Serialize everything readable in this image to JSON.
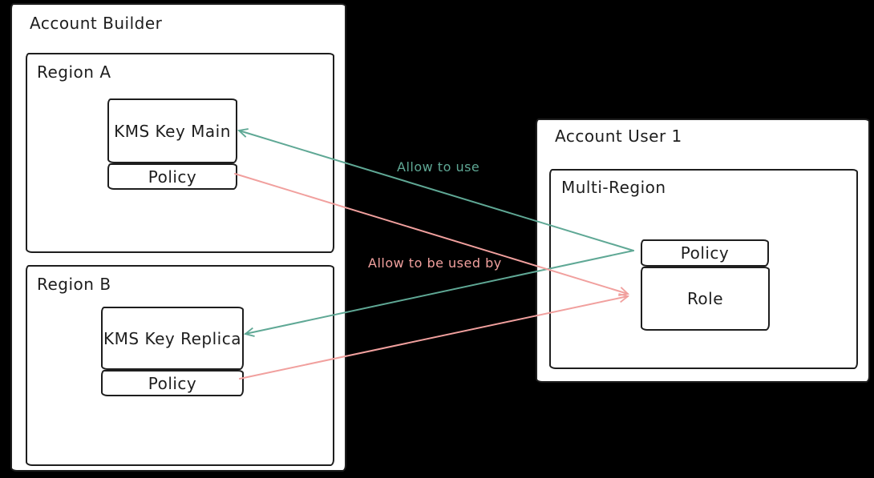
{
  "colors": {
    "background": "#000000",
    "ink": "#1e1e1e",
    "box_fill": "#ffffff",
    "teal": "#5fa895",
    "pink": "#f1a09e"
  },
  "diagram": {
    "account_builder": {
      "title": "Account Builder",
      "region_a": {
        "title": "Region A",
        "kms_key": {
          "label": "KMS Key Main"
        },
        "policy": {
          "label": "Policy"
        }
      },
      "region_b": {
        "title": "Region B",
        "kms_key": {
          "label": "KMS Key Replica"
        },
        "policy": {
          "label": "Policy"
        }
      }
    },
    "account_user": {
      "title": "Account User 1",
      "multi_region": {
        "title": "Multi-Region",
        "policy": {
          "label": "Policy"
        },
        "role": {
          "label": "Role"
        }
      }
    }
  },
  "edges": {
    "allow_to_use": {
      "label": "Allow to use",
      "color": "#5fa895",
      "from": "account_user.multi_region.policy",
      "to": [
        "account_builder.region_a.kms_key",
        "account_builder.region_b.kms_key"
      ]
    },
    "allow_to_be_used_by": {
      "label": "Allow to be used by",
      "color": "#f1a09e",
      "from": [
        "account_builder.region_a.policy",
        "account_builder.region_b.policy"
      ],
      "to": "account_user.multi_region.role"
    }
  }
}
